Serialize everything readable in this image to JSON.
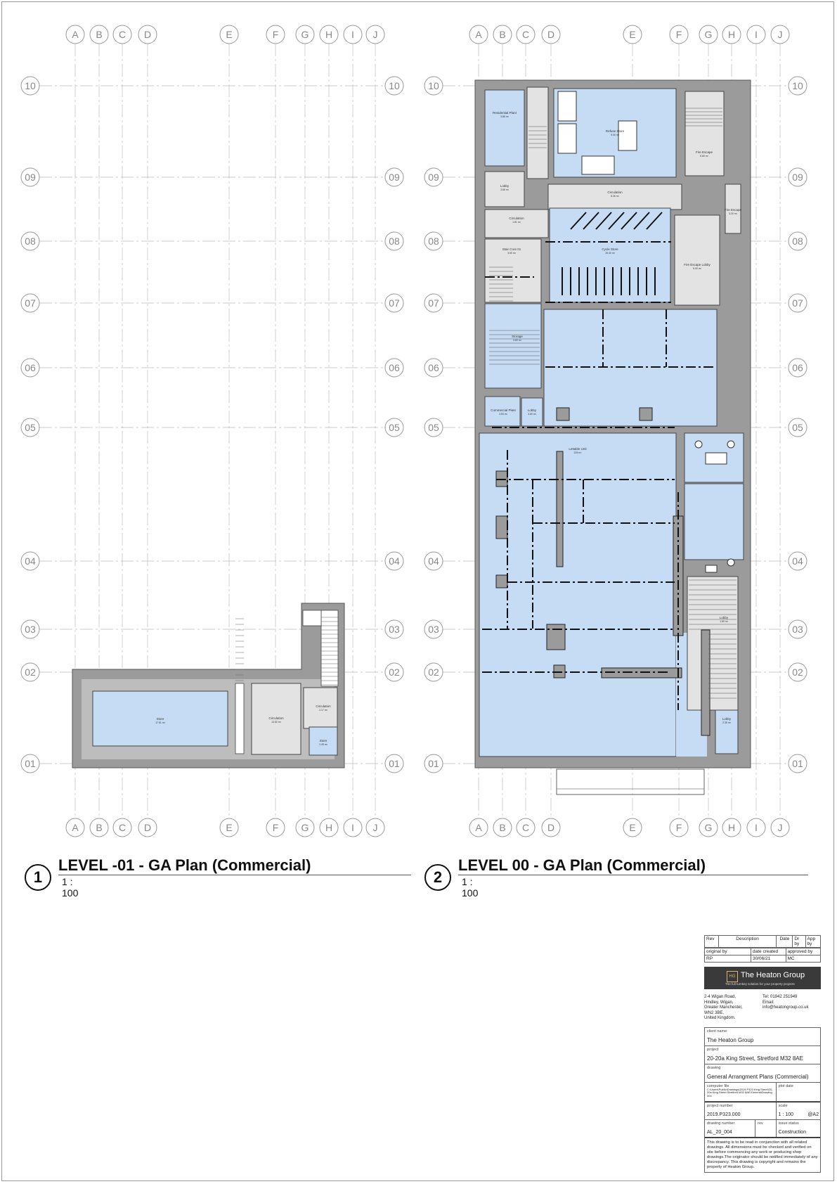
{
  "grid": {
    "left_columns": [
      "A",
      "B",
      "C",
      "D",
      "E",
      "F",
      "G",
      "H",
      "I",
      "J"
    ],
    "right_columns": [
      "A",
      "B",
      "C",
      "D",
      "E",
      "F",
      "G",
      "H",
      "I",
      "J"
    ],
    "rows": [
      "10",
      "09",
      "08",
      "07",
      "06",
      "05",
      "04",
      "03",
      "02",
      "01"
    ]
  },
  "views": [
    {
      "number": "1",
      "title": "LEVEL -01 - GA Plan (Commercial)",
      "scale": "1 : 100"
    },
    {
      "number": "2",
      "title": "LEVEL 00 - GA Plan (Commercial)",
      "scale": "1 : 100"
    }
  ],
  "colors": {
    "fill_room": "#c6dcf5",
    "fill_circ": "#e3e3e3",
    "wall": "#9b9b9b"
  },
  "title_block": {
    "rev_headers": [
      "Rev",
      "Description",
      "Date",
      "Dr by",
      "App by"
    ],
    "original_by_label": "original by",
    "original_by": "RP",
    "date_created_label": "date created",
    "date_created": "30/06/21",
    "approved_by_label": "approved by",
    "approved_by": "MC",
    "logo_text": "The Heaton Group",
    "logo_mark": "HG",
    "logo_tagline": "The full turnkey solution for your property projects",
    "address": [
      "2-4 Wigan Road,",
      "Hindley, Wigan,",
      "Greater Manchester,",
      "WN2 3BE,",
      "United Kingdom."
    ],
    "tel": "Tel: 01942 251949",
    "email_label": "Email:",
    "email": "info@heatongroup.co.uk",
    "client_name_label": "client name",
    "client_name": "The Heaton Group",
    "project_label": "project",
    "project": "20-20a King Street, Stretford M32 8AE",
    "drawing_label": "drawing",
    "drawing": "General Arrangment Plans (Commercial)",
    "computer_file_label": "computer file",
    "computer_file": "C:\\Users\\Public\\Drawings\\2019.P323 King Street\\20-20a King Street Stretford M32 8AE\\General\\Drawing 004",
    "plot_date_label": "plot date",
    "project_number_label": "project number",
    "project_number": "2019.P323.000",
    "scale_label": "scale",
    "scale": "1 : 100",
    "sheet_size": "@A2",
    "drawing_number_label": "drawing number",
    "drawing_number": "AL_20_004",
    "rev_label": "rev",
    "issue_status_label": "issue status",
    "issue_status": "Construction",
    "note": "This drawing is to be read in conjunction with all related drawings. All dimensions must be checked and verified on site before commencing any work or producing shop drawings.The originator should be notified immediately of any discrepancy. This drawing is copyright and remains the property of Heaton Group."
  },
  "rooms_l00": [
    {
      "name": "Residential Plant",
      "area": "3.85 m²"
    },
    {
      "name": "Refuse Store",
      "area": "9.00 m²"
    },
    {
      "name": "Fire Escape",
      "area": "6.60 m²"
    },
    {
      "name": "Lobby",
      "area": "3.65 m²"
    },
    {
      "name": "Circulation",
      "area": "8.36 m²"
    },
    {
      "name": "Circulation",
      "area": "1.81 m²"
    },
    {
      "name": "Fire Escape",
      "area": "3.20 m²"
    },
    {
      "name": "Stair Core 01",
      "area": "3.60 m²"
    },
    {
      "name": "Cycle Store",
      "area": "15.40 m²"
    },
    {
      "name": "Fire Escape Lobby",
      "area": "5.00 m²"
    },
    {
      "name": "Storage",
      "area": "3.60 m²"
    },
    {
      "name": "Commercial Plant",
      "area": "3.53 m²"
    },
    {
      "name": "Lobby",
      "area": "3.60 m²"
    },
    {
      "name": "Lettable Unit",
      "area": "225 m²"
    },
    {
      "name": "Lobby",
      "area": "1.80 m²"
    },
    {
      "name": "Lobby",
      "area": "2.35 m²"
    }
  ],
  "rooms_lm1": [
    {
      "name": "Store",
      "area": "17.51 m²"
    },
    {
      "name": "Circulation",
      "area": "13.62 m²"
    },
    {
      "name": "Circulation",
      "area": "2.17 m²"
    },
    {
      "name": "Store",
      "area": "2.45 m²"
    }
  ]
}
